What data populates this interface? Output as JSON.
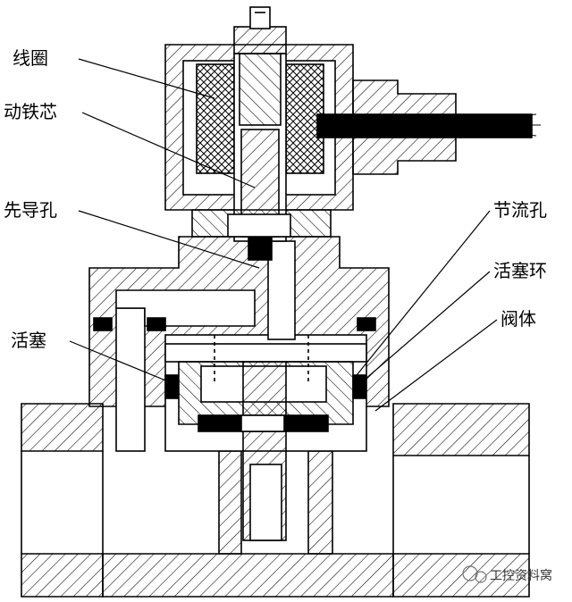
{
  "labels": {
    "coil": "线圈",
    "moving_core": "动铁芯",
    "pilot_hole": "先导孔",
    "throttle_hole": "节流孔",
    "piston_ring": "活塞环",
    "valve_body": "阀体",
    "piston": "活塞"
  },
  "watermark": "工控资料窝",
  "colors": {
    "line": "#000000",
    "background": "#ffffff",
    "hatch": "#000000"
  }
}
